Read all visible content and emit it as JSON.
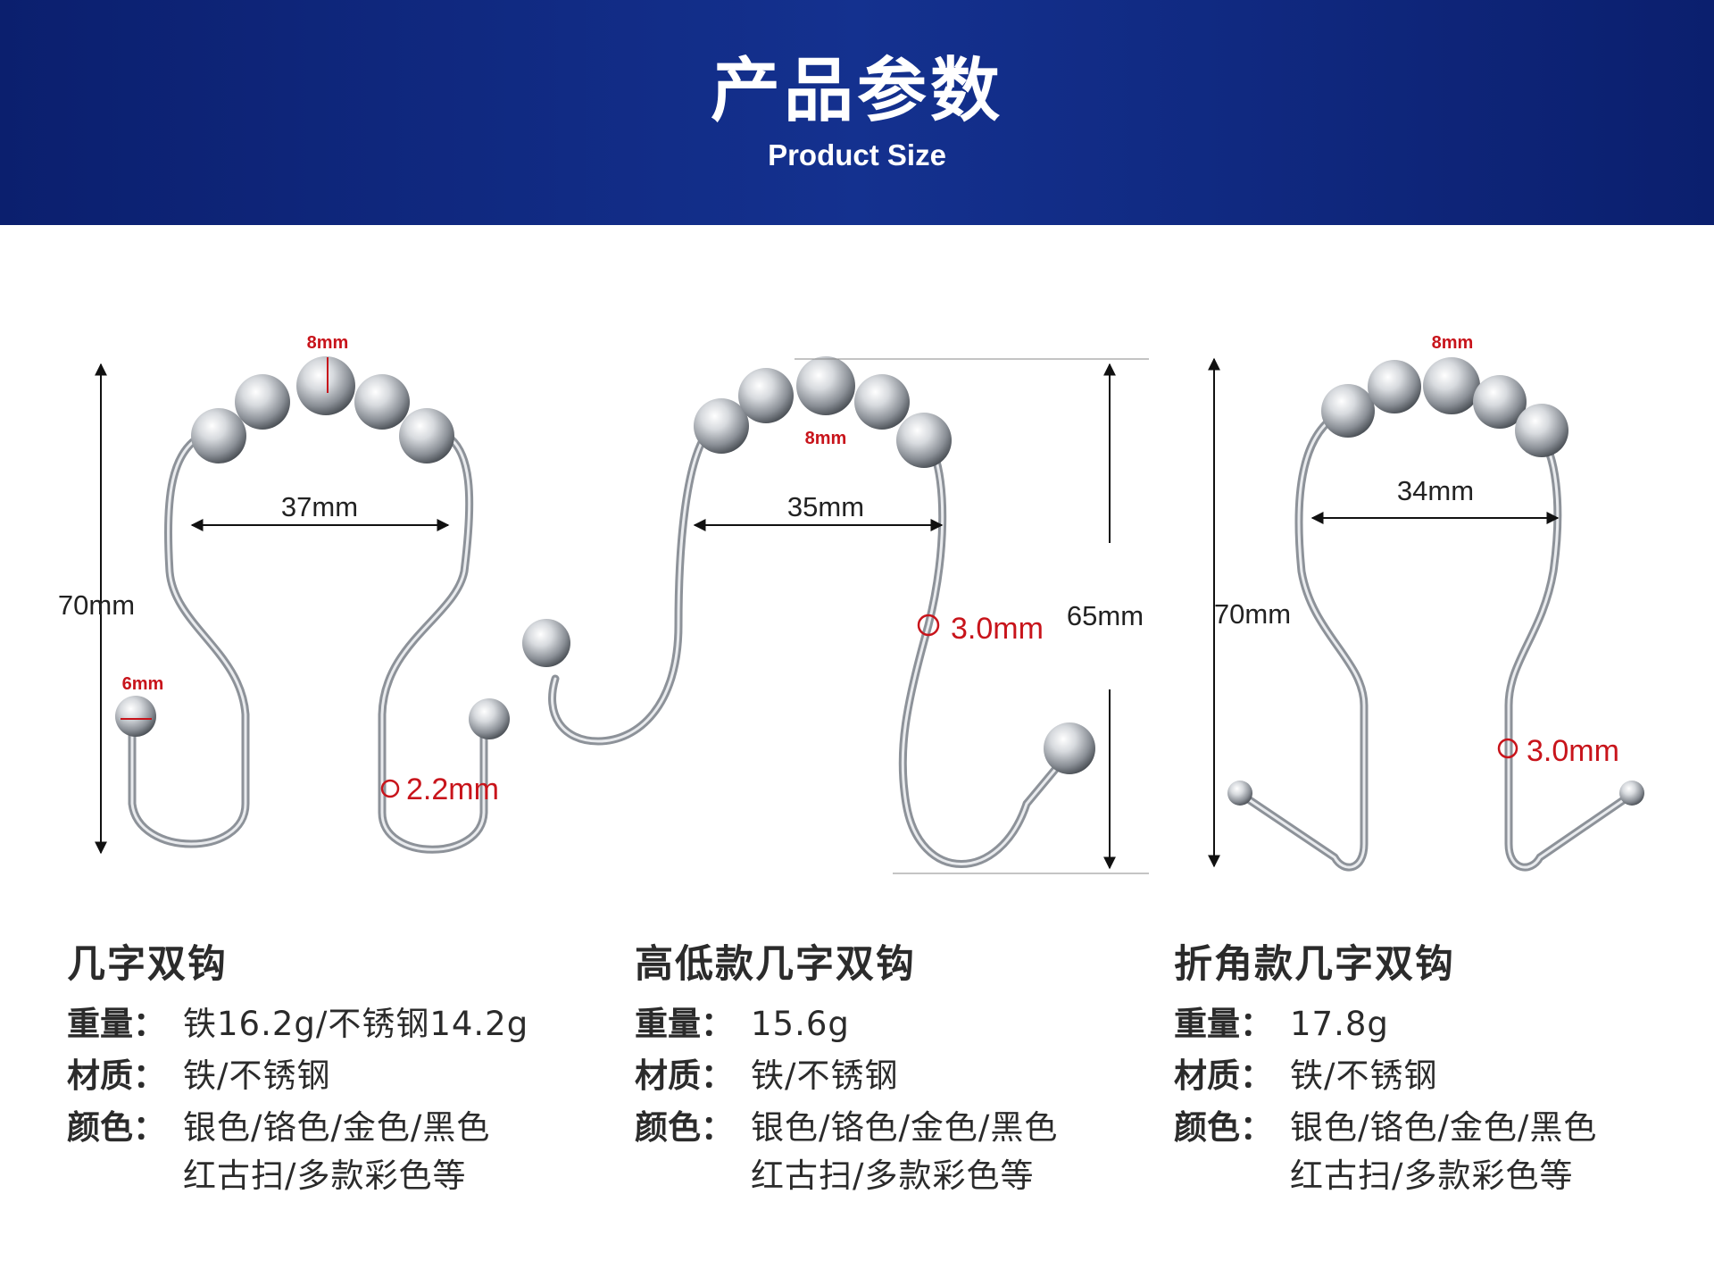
{
  "header": {
    "title": "产品参数",
    "subtitle": "Product Size"
  },
  "products": [
    {
      "name": "几字双钩",
      "weight_label": "重量：",
      "weight": "铁16.2g/不锈钢14.2g",
      "material_label": "材质：",
      "material": "铁/不锈钢",
      "color_label": "颜色：",
      "colors_line1": "银色/铬色/金色/黑色",
      "colors_line2": "红古扫/多款彩色等",
      "dims": {
        "width": "37mm",
        "height": "70mm",
        "ball_top": "8mm",
        "ball_end": "6mm",
        "wire": "2.2mm"
      }
    },
    {
      "name": "高低款几字双钩",
      "weight_label": "重量：",
      "weight": "15.6g",
      "material_label": "材质：",
      "material": "铁/不锈钢",
      "color_label": "颜色：",
      "colors_line1": "银色/铬色/金色/黑色",
      "colors_line2": "红古扫/多款彩色等",
      "dims": {
        "width": "35mm",
        "height": "65mm",
        "ball_top": "8mm",
        "wire": "3.0mm"
      }
    },
    {
      "name": "折角款几字双钩",
      "weight_label": "重量：",
      "weight": "17.8g",
      "material_label": "材质：",
      "material": "铁/不锈钢",
      "color_label": "颜色：",
      "colors_line1": "银色/铬色/金色/黑色",
      "colors_line2": "红古扫/多款彩色等",
      "dims": {
        "width": "34mm",
        "height": "70mm",
        "ball_top": "8mm",
        "wire": "3.0mm"
      }
    }
  ],
  "colors": {
    "header_bg": "#14318f",
    "accent_red": "#c8141b",
    "text": "#2b2b2b"
  }
}
